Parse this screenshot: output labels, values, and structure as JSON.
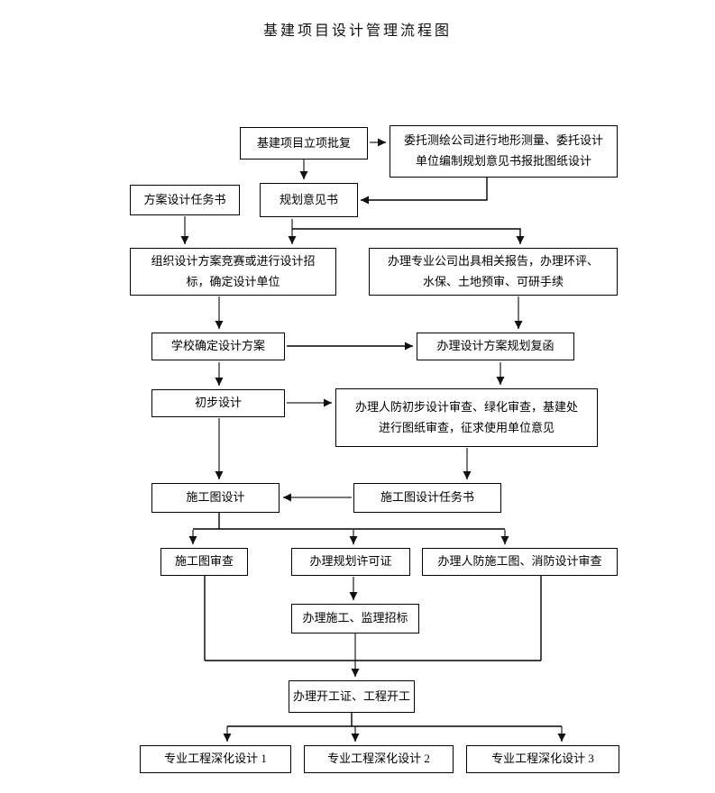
{
  "page": {
    "title": "基建项目设计管理流程图"
  },
  "nodes": {
    "project_approval": "基建项目立项批复",
    "survey_commission": "委托测绘公司进行地形测量、委托设计\n单位编制规划意见书报批图纸设计",
    "scheme_task_book": "方案设计任务书",
    "planning_opinion": "规划意见书",
    "design_competition": "组织设计方案竞赛或进行设计招\n标，确定设计单位",
    "special_reports": "办理专业公司出具相关报告，办理环评、\n水保、土地预审、可研手续",
    "school_confirm": "学校确定设计方案",
    "planning_reply": "办理设计方案规划复函",
    "preliminary_design": "初步设计",
    "civil_defense_review": "办理人防初步设计审查、绿化审查，基建处\n进行图纸审查，征求使用单位意见",
    "construction_drawing": "施工图设计",
    "cd_task_book": "施工图设计任务书",
    "cd_review": "施工图审查",
    "planning_permit": "办理规划许可证",
    "fire_review": "办理人防施工图、消防设计审查",
    "tender": "办理施工、监理招标",
    "start_permit": "办理开工证、工程开工",
    "detail_design_1": "专业工程深化设计 1",
    "detail_design_2": "专业工程深化设计 2",
    "detail_design_3": "专业工程深化设计 3"
  },
  "colors": {
    "line": "#000000",
    "arrow_shaft": "#777777",
    "arrow_head": "#111111"
  }
}
